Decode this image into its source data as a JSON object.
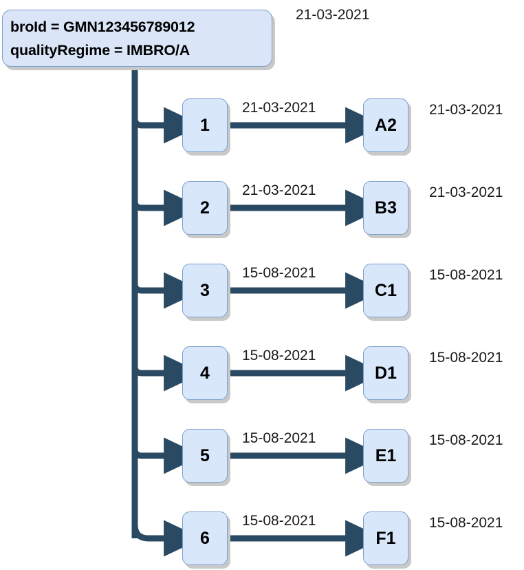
{
  "diagram": {
    "title_date": "21-03-2021",
    "root": {
      "line1": "broId = GMN123456789012",
      "line2": "qualityRegime = IMBRO/A"
    },
    "colors": {
      "node_fill": "#d9e7fa",
      "node_border": "#7a9fcb",
      "connector": "#2a4a63",
      "shadow": "#c9c9c9",
      "text": "#1a1a1a"
    },
    "rows": [
      {
        "source": "1",
        "target": "A2",
        "edge_date": "21-03-2021",
        "registration_date": "21-03-2021"
      },
      {
        "source": "2",
        "target": "B3",
        "edge_date": "21-03-2021",
        "registration_date": "21-03-2021"
      },
      {
        "source": "3",
        "target": "C1",
        "edge_date": "15-08-2021",
        "registration_date": "15-08-2021"
      },
      {
        "source": "4",
        "target": "D1",
        "edge_date": "15-08-2021",
        "registration_date": "15-08-2021"
      },
      {
        "source": "5",
        "target": "E1",
        "edge_date": "15-08-2021",
        "registration_date": "15-08-2021"
      },
      {
        "source": "6",
        "target": "F1",
        "edge_date": "15-08-2021",
        "registration_date": "15-08-2021"
      }
    ]
  }
}
